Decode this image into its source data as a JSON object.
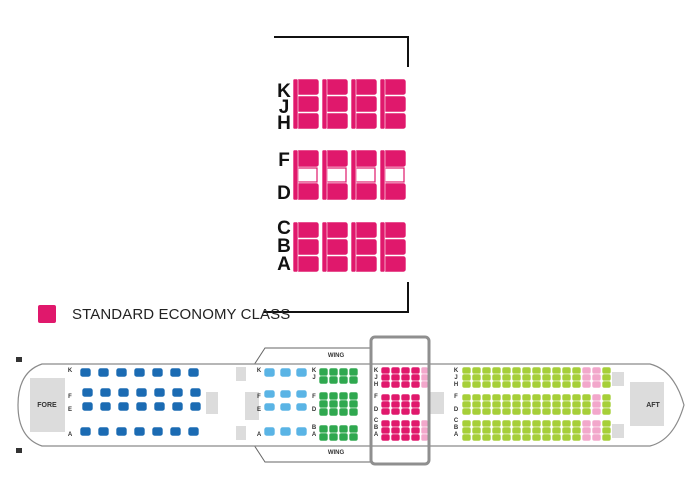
{
  "legend": {
    "label": "STANDARD ECONOMY CLASS"
  },
  "colors": {
    "standard_economy": "#E0186C",
    "business": "#1B6BB3",
    "premium": "#5AB4E5",
    "economy_green": "#2FA84F",
    "economy_lime": "#A6CF38",
    "economy_pink": "#F2A7CB"
  },
  "detail": {
    "row_letters": [
      "K",
      "J",
      "H",
      "F",
      "D",
      "C",
      "B",
      "A"
    ]
  },
  "plane": {
    "fore_label": "FORE",
    "aft_label": "AFT",
    "wing_label": "WING",
    "seat_letters": [
      "K",
      "J",
      "H",
      "F",
      "E",
      "D",
      "C",
      "B",
      "A"
    ]
  }
}
